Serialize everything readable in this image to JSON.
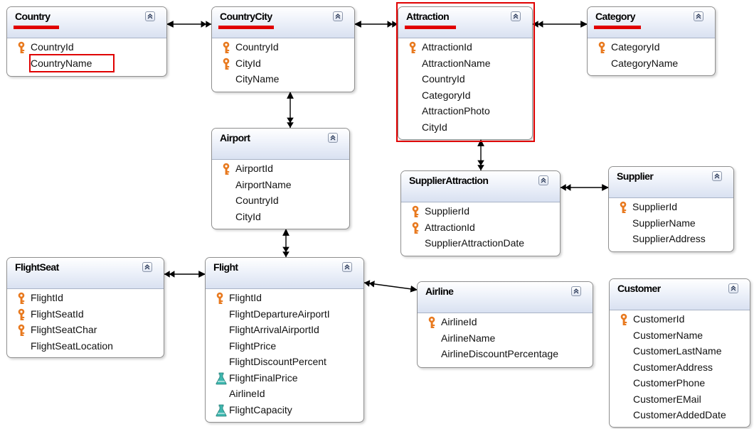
{
  "tables": {
    "country": {
      "name": "Country",
      "attrs": [
        {
          "name": "CountryId",
          "icon": "key"
        },
        {
          "name": "CountryName",
          "icon": ""
        }
      ]
    },
    "countrycity": {
      "name": "CountryCity",
      "attrs": [
        {
          "name": "CountryId",
          "icon": "key"
        },
        {
          "name": "CityId",
          "icon": "key"
        },
        {
          "name": "CityName",
          "icon": ""
        }
      ]
    },
    "attraction": {
      "name": "Attraction",
      "attrs": [
        {
          "name": "AttractionId",
          "icon": "key"
        },
        {
          "name": "AttractionName",
          "icon": ""
        },
        {
          "name": "CountryId",
          "icon": ""
        },
        {
          "name": "CategoryId",
          "icon": ""
        },
        {
          "name": "AttractionPhoto",
          "icon": ""
        },
        {
          "name": "CityId",
          "icon": ""
        }
      ]
    },
    "category": {
      "name": "Category",
      "attrs": [
        {
          "name": "CategoryId",
          "icon": "key"
        },
        {
          "name": "CategoryName",
          "icon": ""
        }
      ]
    },
    "airport": {
      "name": "Airport",
      "attrs": [
        {
          "name": "AirportId",
          "icon": "key"
        },
        {
          "name": "AirportName",
          "icon": ""
        },
        {
          "name": "CountryId",
          "icon": ""
        },
        {
          "name": "CityId",
          "icon": ""
        }
      ]
    },
    "supplierattraction": {
      "name": "SupplierAttraction",
      "attrs": [
        {
          "name": "SupplierId",
          "icon": "key"
        },
        {
          "name": "AttractionId",
          "icon": "key"
        },
        {
          "name": "SupplierAttractionDate",
          "icon": ""
        }
      ]
    },
    "supplier": {
      "name": "Supplier",
      "attrs": [
        {
          "name": "SupplierId",
          "icon": "key"
        },
        {
          "name": "SupplierName",
          "icon": ""
        },
        {
          "name": "SupplierAddress",
          "icon": ""
        }
      ]
    },
    "flightseat": {
      "name": "FlightSeat",
      "attrs": [
        {
          "name": "FlightId",
          "icon": "key"
        },
        {
          "name": "FlightSeatId",
          "icon": "key"
        },
        {
          "name": "FlightSeatChar",
          "icon": "key"
        },
        {
          "name": "FlightSeatLocation",
          "icon": ""
        }
      ]
    },
    "flight": {
      "name": "Flight",
      "attrs": [
        {
          "name": "FlightId",
          "icon": "key"
        },
        {
          "name": "FlightDepartureAirportI",
          "icon": ""
        },
        {
          "name": "FlightArrivalAirportId",
          "icon": ""
        },
        {
          "name": "FlightPrice",
          "icon": ""
        },
        {
          "name": "FlightDiscountPercent",
          "icon": ""
        },
        {
          "name": "FlightFinalPrice",
          "icon": "formula"
        },
        {
          "name": "AirlineId",
          "icon": ""
        },
        {
          "name": "FlightCapacity",
          "icon": "formula"
        }
      ]
    },
    "airline": {
      "name": "Airline",
      "attrs": [
        {
          "name": "AirlineId",
          "icon": "key"
        },
        {
          "name": "AirlineName",
          "icon": ""
        },
        {
          "name": "AirlineDiscountPercentage",
          "icon": ""
        }
      ]
    },
    "customer": {
      "name": "Customer",
      "attrs": [
        {
          "name": "CustomerId",
          "icon": "key"
        },
        {
          "name": "CustomerName",
          "icon": ""
        },
        {
          "name": "CustomerLastName",
          "icon": ""
        },
        {
          "name": "CustomerAddress",
          "icon": ""
        },
        {
          "name": "CustomerPhone",
          "icon": ""
        },
        {
          "name": "CustomerEMail",
          "icon": ""
        },
        {
          "name": "CustomerAddedDate",
          "icon": ""
        }
      ]
    }
  },
  "colors": {
    "highlight": "#e00000",
    "key_icon": "#e8791e",
    "formula_icon": "#3fb8b0",
    "header": "#d9e1f1",
    "connector": "#000000"
  }
}
